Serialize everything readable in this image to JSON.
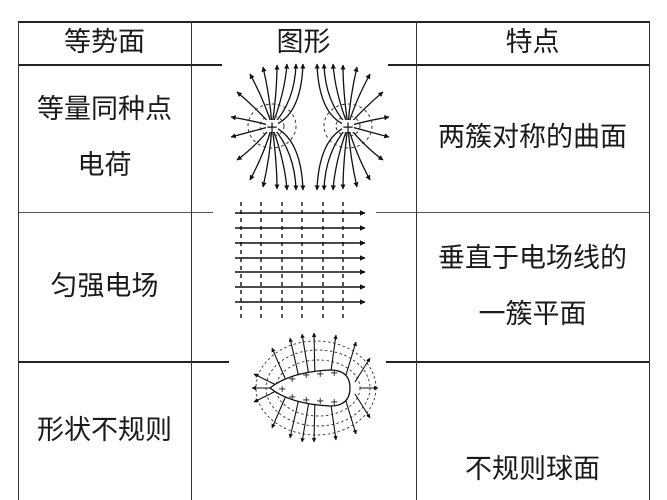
{
  "table": {
    "headers": [
      "等势面",
      "图形",
      "特点"
    ],
    "rows": [
      {
        "type_line1": "等量同种点",
        "type_line2": "电荷",
        "figure": "two-positive-charges-field-diagram",
        "feature_line1": "两簇对称的曲面",
        "feature_line2": ""
      },
      {
        "type_line1": "匀强电场",
        "type_line2": "",
        "figure": "uniform-field-diagram",
        "feature_line1": "垂直于电场线的",
        "feature_line2": "一簇平面"
      },
      {
        "type_line1": "形状不规则",
        "type_line2": "",
        "figure": "irregular-conductor-field-diagram",
        "feature_line1": "不规则球面",
        "feature_line2": ""
      }
    ]
  },
  "colors": {
    "line": "#222222",
    "text": "#1a1a1a",
    "background": "#ffffff"
  }
}
